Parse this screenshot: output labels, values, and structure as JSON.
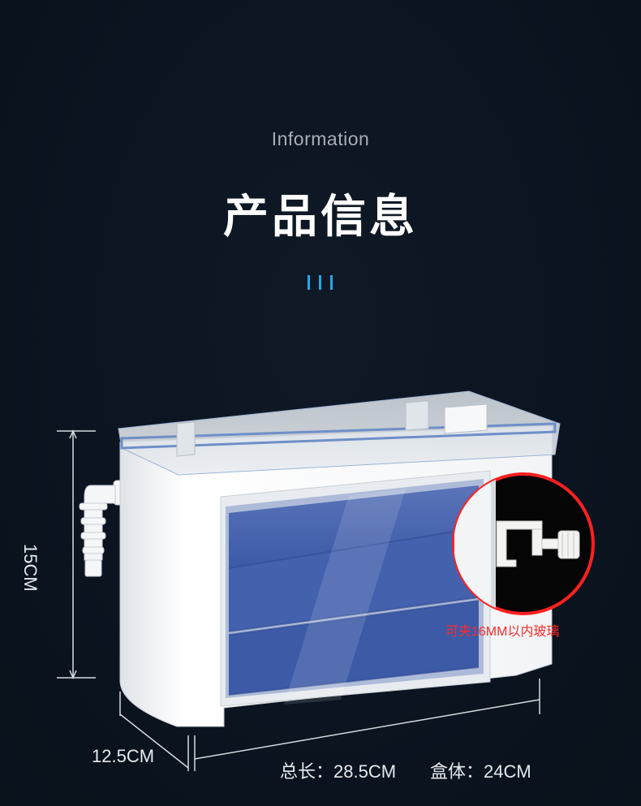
{
  "header": {
    "subtitle": "Information",
    "title": "产品信息"
  },
  "dimensions": {
    "height": "15CM",
    "depth": "12.5CM",
    "total_length_label": "总长：28.5CM",
    "box_length_label": "盒体：24CM"
  },
  "clamp": {
    "caption": "可夹16MM以内玻璃"
  },
  "colors": {
    "background": "#0b1420",
    "accent": "#2aa6e6",
    "caption_red": "#ff2a2a",
    "tray_blue": "#3f5ea8"
  }
}
